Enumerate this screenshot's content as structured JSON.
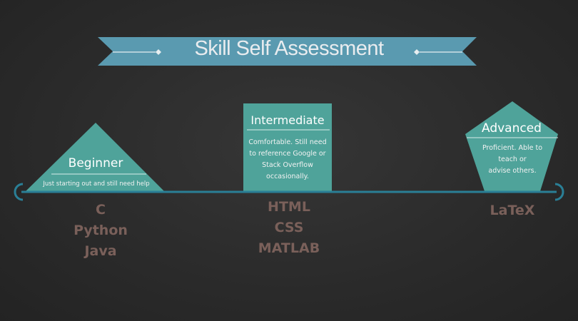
{
  "title": "Skill Self Assessment",
  "colors": {
    "background": "#2b2b2b",
    "teal": "#4fa39a",
    "banner": "#5a9ab0",
    "timeline": "#2a7f96",
    "skill_text": "#7a605a"
  },
  "levels": [
    {
      "name": "Beginner",
      "shape": "triangle",
      "description_lines": [
        "Just starting out and still need help"
      ],
      "skills": [
        "C",
        "Python",
        "Java"
      ]
    },
    {
      "name": "Intermediate",
      "shape": "rectangle",
      "description_lines": [
        "Comfortable. Still need",
        "to reference Google or",
        "Stack Overflow",
        "occasionally."
      ],
      "skills": [
        "HTML",
        "CSS",
        "MATLAB"
      ]
    },
    {
      "name": "Advanced",
      "shape": "pentagon",
      "description_lines": [
        "Proficient. Able to",
        "teach or",
        "advise others."
      ],
      "skills": [
        "LaTeX"
      ]
    }
  ]
}
